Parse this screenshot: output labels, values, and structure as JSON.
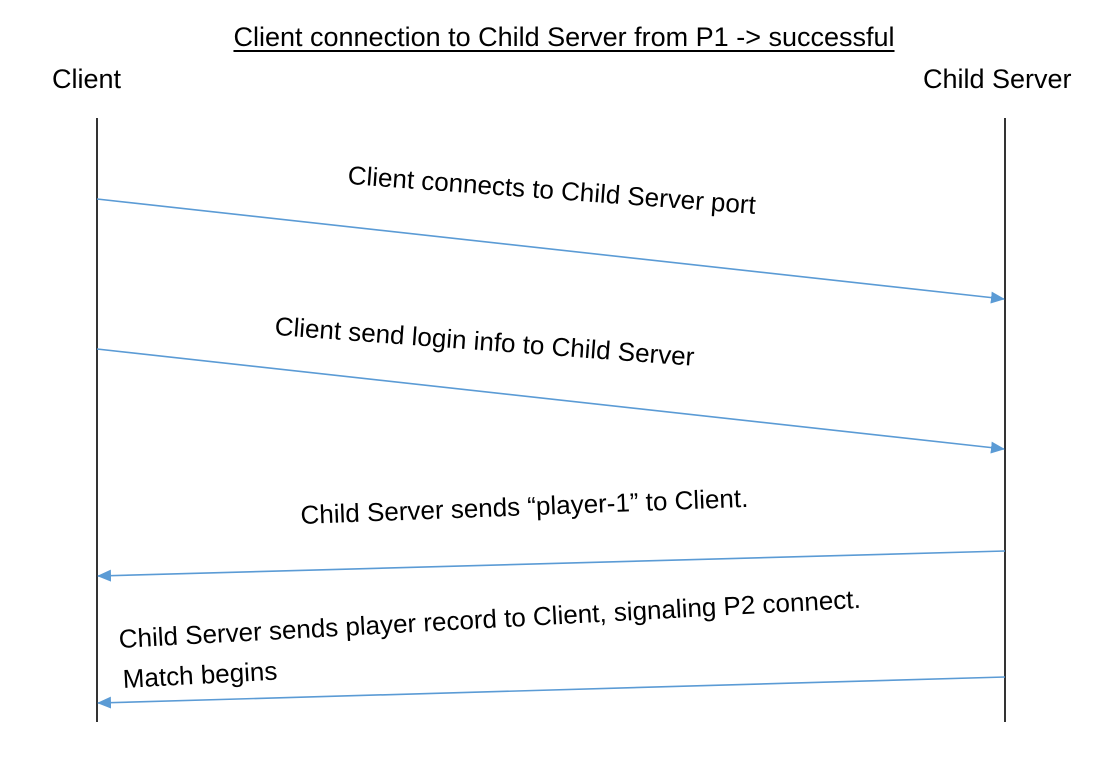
{
  "diagram": {
    "title": "Client connection to Child Server from P1 -> successful",
    "actors": {
      "client": "Client",
      "server": "Child Server"
    },
    "messages": [
      {
        "label": "Client connects to Child Server port",
        "from": "client",
        "to": "server"
      },
      {
        "label": "Client send login info to Child Server",
        "from": "client",
        "to": "server"
      },
      {
        "label": "Child Server sends “player-1” to Client.",
        "from": "server",
        "to": "client"
      },
      {
        "label": "Child Server sends player record to Client, signaling P2 connect.",
        "label_line2": "Match begins",
        "from": "server",
        "to": "client"
      }
    ],
    "colors": {
      "arrow": "#5b9bd5",
      "lifeline": "#000000"
    }
  }
}
